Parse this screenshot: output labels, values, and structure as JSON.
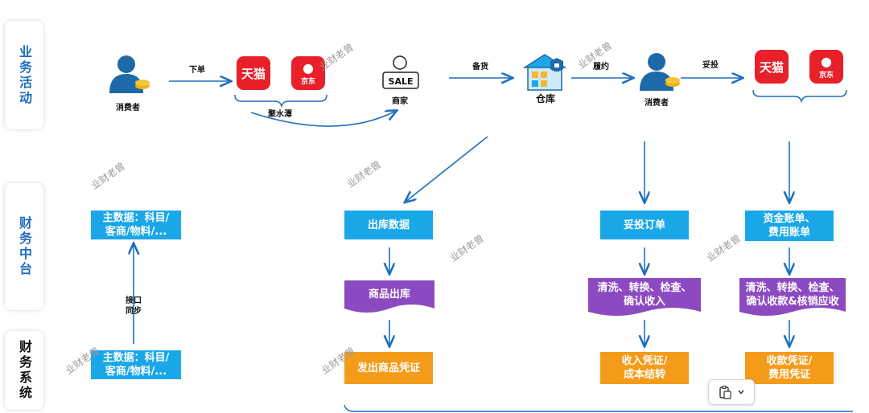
{
  "lanes": {
    "business": "业务活动",
    "finance_platform": "财务中台",
    "finance_system": "财务系统"
  },
  "labels": {
    "consumer1": "消费者",
    "place_order": "下单",
    "juhuasuan": "聚水潭",
    "merchant": "商家",
    "stock_up": "备货",
    "warehouse": "仓库",
    "fulfill": "履约",
    "consumer2": "消费者",
    "delivered": "妥投",
    "interface_sync": "接口\n同步"
  },
  "apps": {
    "tmall": "天猫",
    "jd": "京东",
    "sale_sign": "SALE"
  },
  "boxes": {
    "master_data_top": "主数据：科目/\n客商/物料/...",
    "master_data_bottom": "主数据：科目/\n客商/物料/...",
    "outbound_data": "出库数据",
    "goods_outbound": "商品出库",
    "issue_voucher": "发出商品凭证",
    "delivered_order": "妥投订单",
    "clean_confirm_revenue": "清洗、转换、检查、\n确认收入",
    "revenue_voucher": "收入凭证/\n成本结转",
    "fund_bill": "资金账单、\n费用账单",
    "clean_confirm_receipt": "清洗、转换、检查、\n确认收款&核销应收",
    "receipt_voucher": "收款凭证/\n费用凭证"
  },
  "watermark": "业财老曾",
  "colors": {
    "blue": "#1aa7e8",
    "orange": "#f59b1a",
    "purple": "#8c4ac0",
    "arrow": "#1f6fbf",
    "red": "#e8202a"
  }
}
